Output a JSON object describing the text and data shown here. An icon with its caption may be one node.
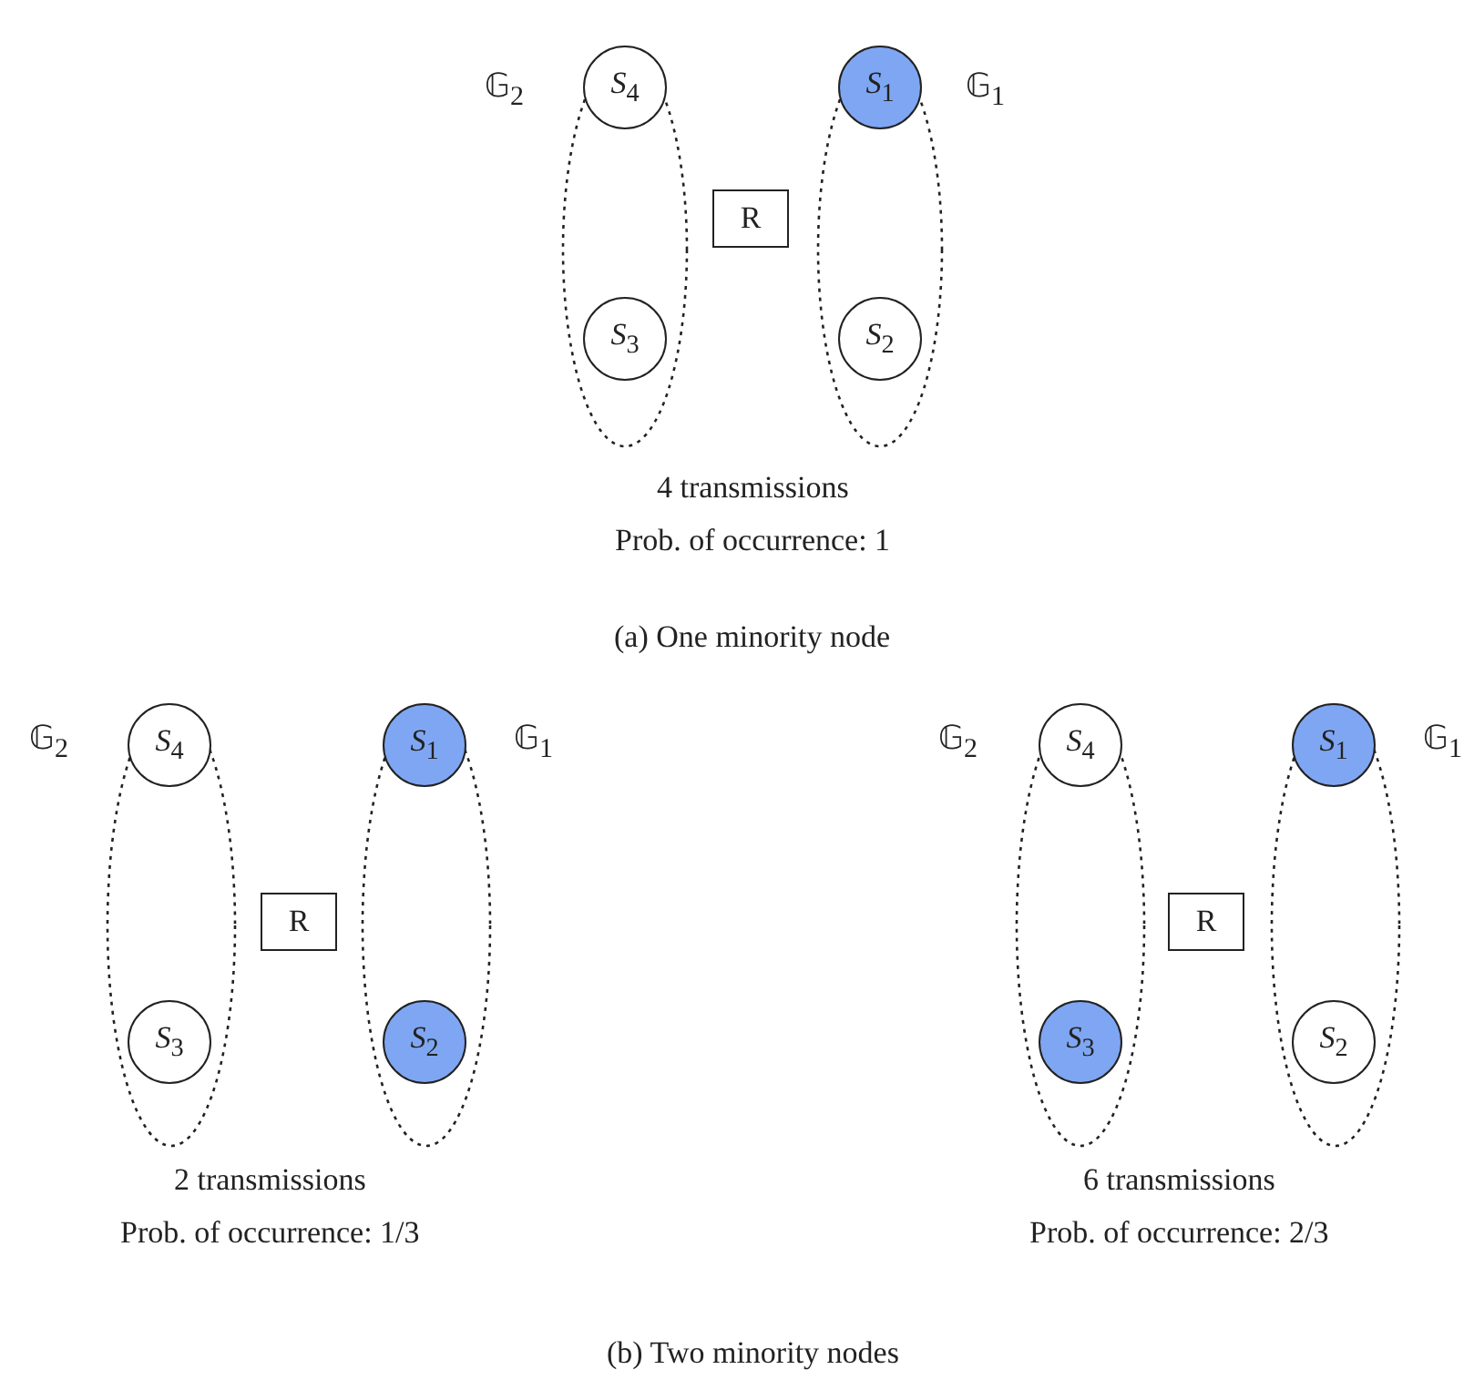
{
  "diagram": {
    "nodes": [
      {
        "text": [
          "𝔾$_{2}$"
        ]
      },
      {
        "text": [
          "*S*$_{4}$"
        ],
        "in": 0
      },
      {
        "text": [
          "*S*$_{3}$"
        ],
        "in": 0
      },
      {
        "text": [
          "R"
        ]
      },
      {
        "text": [
          "𝔾$_{1}$"
        ]
      },
      {
        "text": [
          "*S*$_{1}$"
        ],
        "in": 4
      },
      {
        "text": [
          "*S*$_{2}$"
        ],
        "in": 4
      },
      {
        "text": [
          "𝔾$_{2}$"
        ]
      },
      {
        "text": [
          "*S*$_{4}$"
        ],
        "in": 7
      },
      {
        "text": [
          "*S*$_{3}$"
        ],
        "in": 7
      },
      {
        "text": [
          "R"
        ]
      },
      {
        "text": [
          "𝔾$_{1}$"
        ]
      },
      {
        "text": [
          "*S*$_{1}$"
        ],
        "in": 11
      },
      {
        "text": [
          "*S*$_{2}$"
        ],
        "in": 11
      },
      {
        "text": [
          "𝔾$_{2}$"
        ]
      },
      {
        "text": [
          "*S*$_{4}$"
        ],
        "in": 14
      },
      {
        "text": [
          "*S*$_{3}$"
        ],
        "in": 14
      },
      {
        "text": [
          "R"
        ]
      },
      {
        "text": [
          "𝔾$_{1}$"
        ]
      },
      {
        "text": [
          "*S*$_{1}$"
        ],
        "in": 18
      },
      {
        "text": [
          "*S*$_{2}$"
        ],
        "in": 18
      }
    ],
    "edges": [],
    "labels": [
      "4 transmissions",
      "Prob. of occurrence: 1",
      "(a) One minority node",
      "2 transmissions",
      "Prob. of occurrence: 1/3",
      "6 transmissions",
      "Prob. of occurrence: 2/3",
      "(b) Two minority nodes"
    ]
  }
}
